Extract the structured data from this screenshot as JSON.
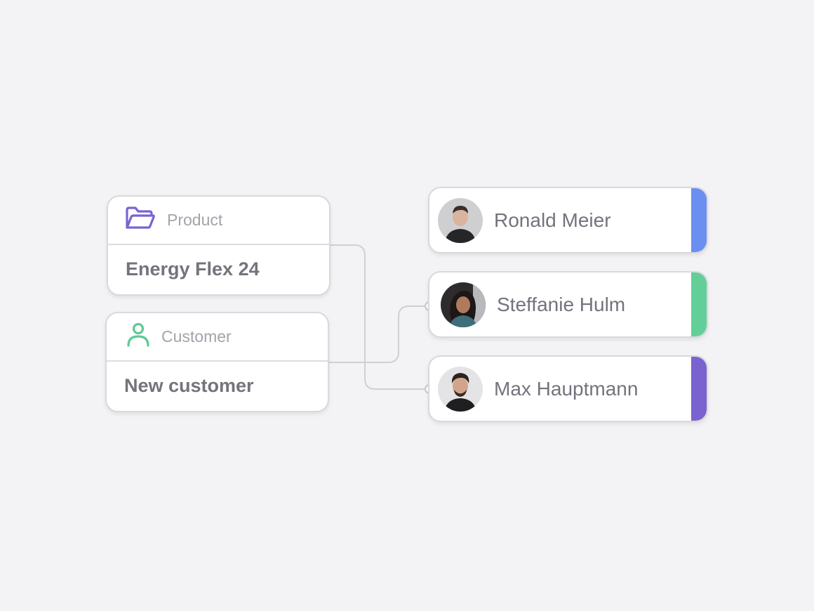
{
  "fields": [
    {
      "label": "Product",
      "value": "Energy Flex 24",
      "icon": "folder-icon",
      "icon_color": "#7b63cf"
    },
    {
      "label": "Customer",
      "value": "New customer",
      "icon": "user-icon",
      "icon_color": "#5ec995"
    }
  ],
  "people": [
    {
      "name": "Ronald Meier",
      "accent_color": "#6b8ff0",
      "avatar": "avatar-ronald-meier"
    },
    {
      "name": "Steffanie Hulm",
      "accent_color": "#63cf98",
      "avatar": "avatar-steffanie-hulm"
    },
    {
      "name": "Max Hauptmann",
      "accent_color": "#7a62cf",
      "avatar": "avatar-max-hauptmann"
    }
  ],
  "colors": {
    "background": "#f3f3f5",
    "card_border": "#d8d8dd",
    "connector": "#cfcfd4"
  }
}
